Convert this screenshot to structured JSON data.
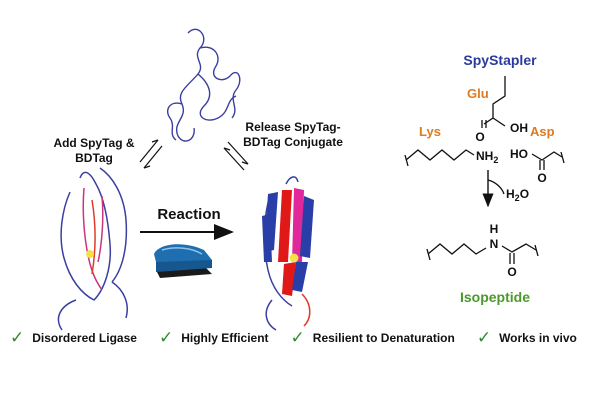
{
  "labels": {
    "add": [
      "Add SpyTag &",
      "BDTag"
    ],
    "release": [
      "Release SpyTag-",
      "BDTag Conjugate"
    ],
    "reaction": "Reaction"
  },
  "mechanism": {
    "title": "SpyStapler",
    "glu": "Glu",
    "lys": "Lys",
    "asp": "Asp",
    "oh": "OH",
    "o1": "O",
    "ho": "HO",
    "o2": "O",
    "nh2": "NH",
    "nh2_sub": "2",
    "water": "H",
    "water_sub": "2",
    "water_o": "O",
    "n": "N",
    "h": "H",
    "o3": "O",
    "product": "Isopeptide"
  },
  "colors": {
    "title": "#2b3a9e",
    "residue": "#e07a1e",
    "product": "#4a9a2a",
    "check": "#2e8b2e",
    "strand_blue": "#2a3ea8",
    "strand_red": "#e01818",
    "strand_magenta": "#e0289a",
    "stapler": "#1f6fb0"
  },
  "features": [
    "Disordered Ligase",
    "Highly Efficient",
    "Resilient to Denaturation",
    "Works in vivo"
  ]
}
